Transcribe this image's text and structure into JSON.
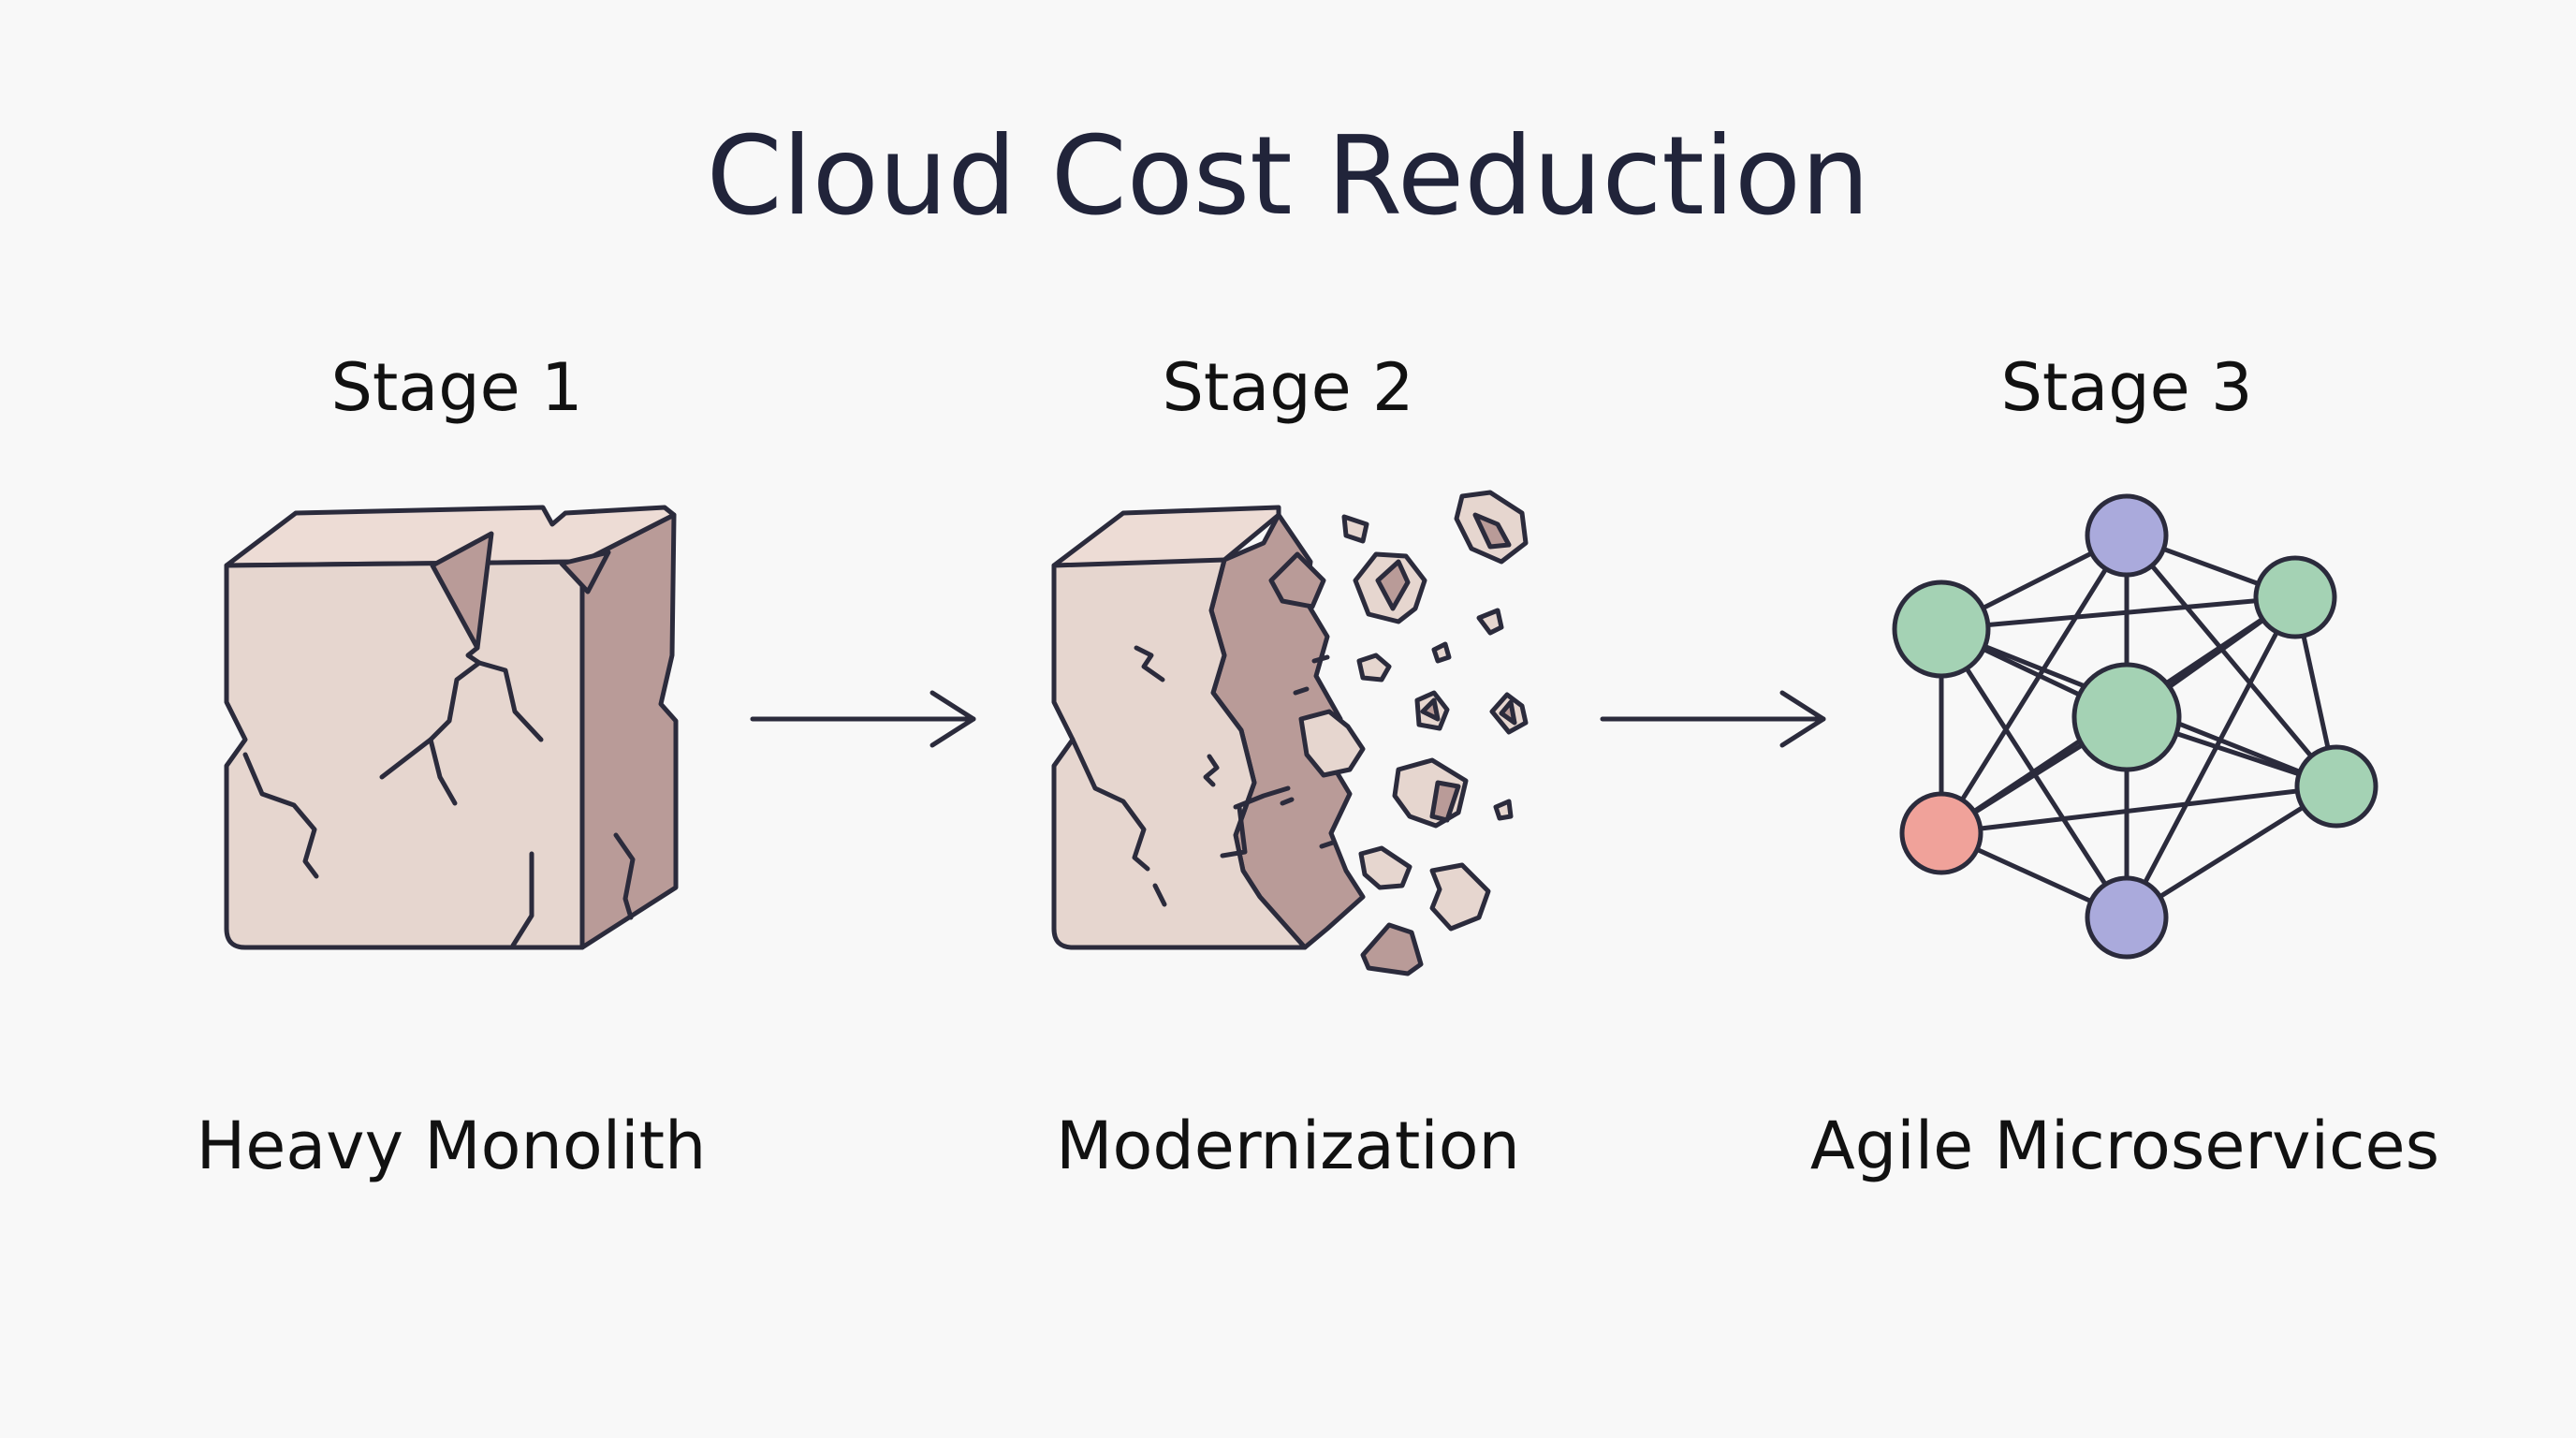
{
  "title": "Cloud Cost Reduction",
  "stages": [
    {
      "label": "Stage 1",
      "caption": "Heavy Monolith",
      "icon": "cracked-block-icon"
    },
    {
      "label": "Stage 2",
      "caption": "Modernization",
      "icon": "crumbling-block-icon"
    },
    {
      "label": "Stage 3",
      "caption": "Agile Microservices",
      "icon": "node-network-icon"
    }
  ],
  "colors": {
    "title": "#21243a",
    "text": "#111111",
    "outline": "#2b2b3c",
    "block_front": "#e6d6cf",
    "block_side": "#b99b98",
    "node_purple": "#aaaadc",
    "node_green": "#a4d2b4",
    "node_red": "#f0a29a",
    "background": "#f8f8f8"
  }
}
